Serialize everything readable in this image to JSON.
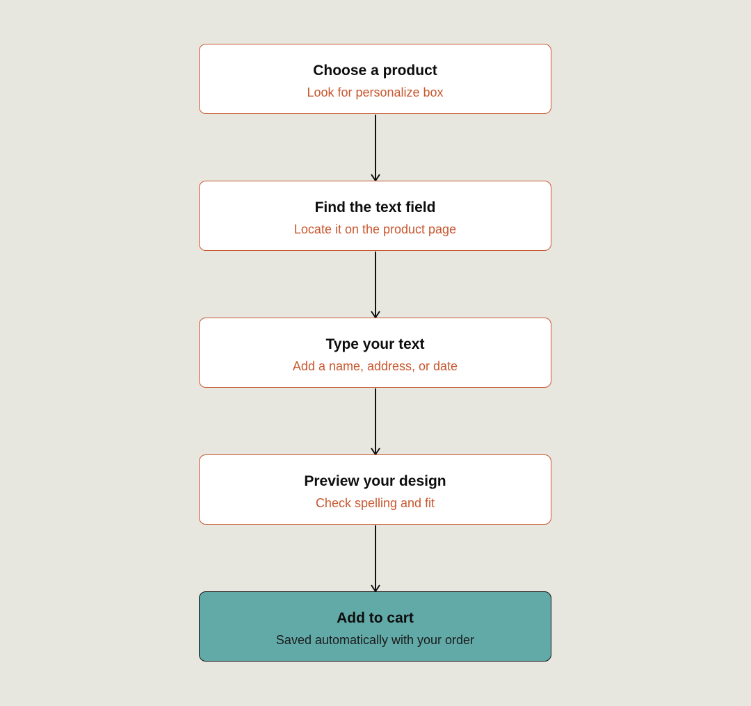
{
  "diagram": {
    "steps": [
      {
        "title": "Choose a product",
        "subtitle": "Look for personalize box"
      },
      {
        "title": "Find the text field",
        "subtitle": "Locate it on the product page"
      },
      {
        "title": "Type your text",
        "subtitle": "Add a name, address, or date"
      },
      {
        "title": "Preview your design",
        "subtitle": "Check spelling and fit"
      },
      {
        "title": "Add to cart",
        "subtitle": "Saved automatically with your order"
      }
    ],
    "colors": {
      "background": "#e7e6df",
      "step_border": "#c8572e",
      "step_subtitle": "#c8572e",
      "final_fill": "#62aaa8",
      "arrow": "#111111"
    }
  }
}
